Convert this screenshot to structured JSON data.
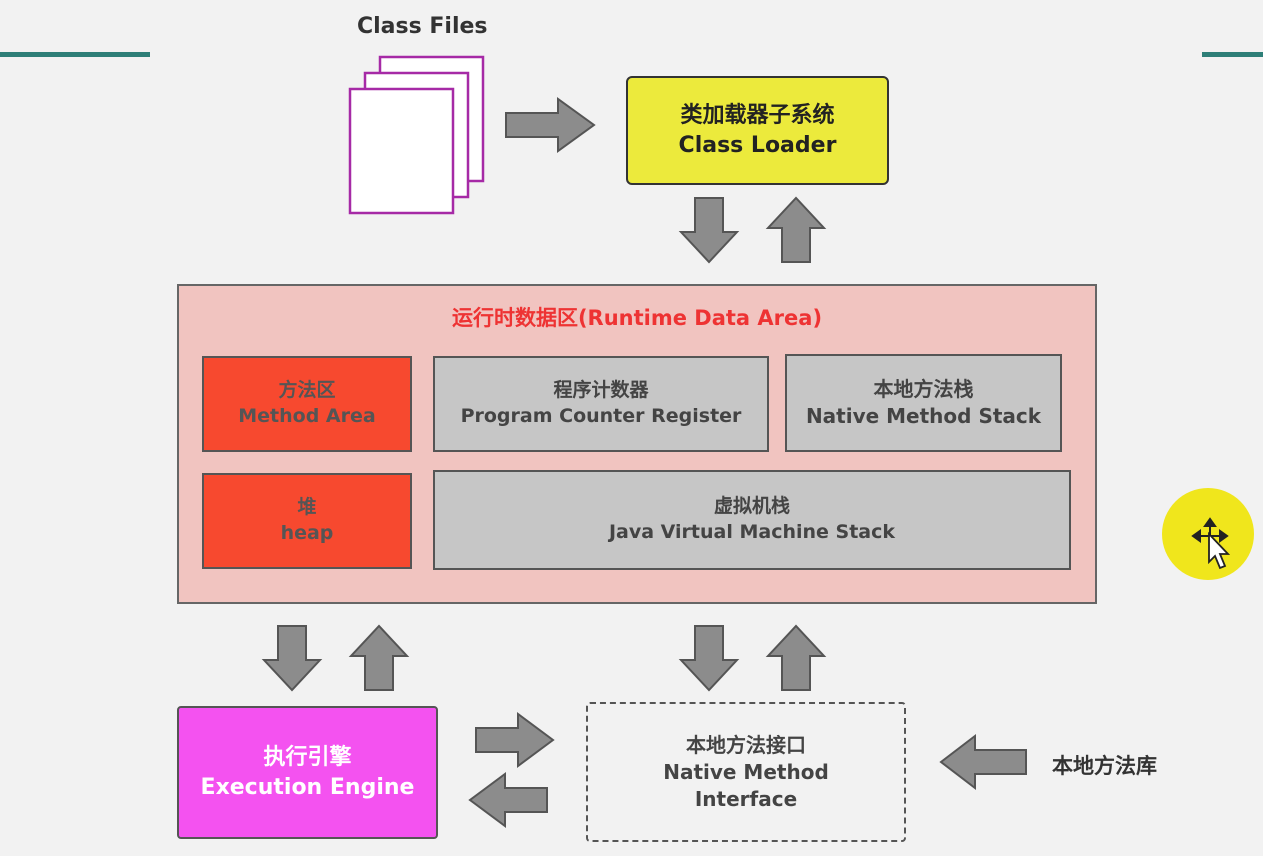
{
  "class_files_label": "Class Files",
  "class_loader": {
    "zh": "类加载器子系统",
    "en": "Class Loader"
  },
  "runtime_data_area": {
    "title": "运行时数据区(Runtime Data Area)",
    "method_area": {
      "zh": "方法区",
      "en": "Method Area"
    },
    "program_counter": {
      "zh": "程序计数器",
      "en": "Program Counter Register"
    },
    "native_method_stack": {
      "zh": "本地方法栈",
      "en": "Native Method Stack"
    },
    "heap": {
      "zh": "堆",
      "en": "heap"
    },
    "jvm_stack": {
      "zh": "虚拟机栈",
      "en": "Java Virtual Machine Stack"
    }
  },
  "execution_engine": {
    "zh": "执行引擎",
    "en": "Execution Engine"
  },
  "native_method_interface": {
    "zh": "本地方法接口",
    "en1": "Native Method",
    "en2": "Interface"
  },
  "native_method_library": "本地方法库",
  "colors": {
    "class_loader": "#ecea3c",
    "runtime_area_bg": "#f1c4c0",
    "runtime_title": "#ee3333",
    "red_boxes": "#f7492f",
    "grey_boxes": "#c6c6c6",
    "execution_engine": "#f452f0",
    "class_file_pages": "#a62aa6",
    "arrows": "#8c8c8c",
    "accent_lines": "#2e7f78",
    "cursor_highlight": "#f0e61c"
  },
  "icons": [
    "document-stack-icon",
    "arrow-right-icon",
    "arrow-left-icon",
    "arrow-up-icon",
    "arrow-down-icon",
    "move-cursor-icon"
  ]
}
